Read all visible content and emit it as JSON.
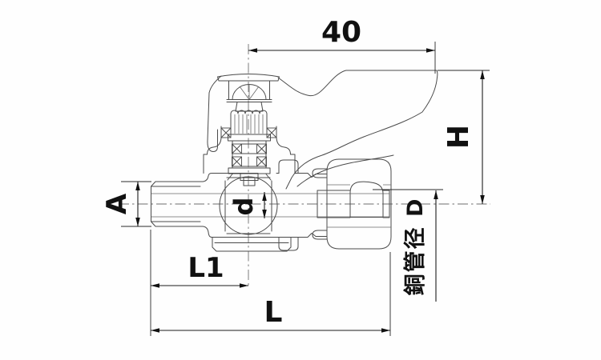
{
  "page": {
    "background": "#ffffff"
  },
  "drawing": {
    "line_color": "#4a4a4a",
    "dimension_color": "#1c1c1c",
    "labels": {
      "handle_length": "40",
      "height": "H",
      "inlet_diameter": "A",
      "bore_diameter": "d",
      "copper_pipe_caption": "銅管径 D",
      "center_length": "L1",
      "overall_length": "L"
    }
  }
}
